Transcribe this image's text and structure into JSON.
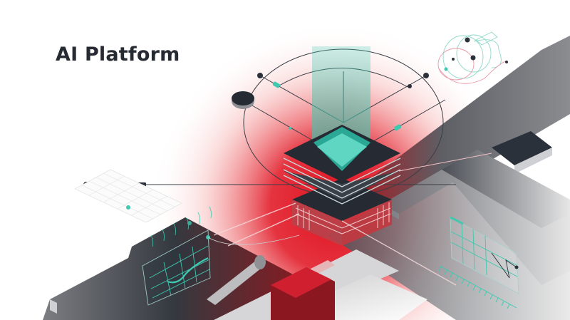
{
  "hero": {
    "title": "AI Platform"
  },
  "colors": {
    "title": "#262b33",
    "accent_teal": "#3ec9b0",
    "accent_red": "#e0101e",
    "slab_dark": "#2b313a",
    "slab_grey": "#6b6f76",
    "background": "#ffffff"
  },
  "illustration": {
    "elements": [
      "central-chip-stack",
      "teal-light-beam",
      "orbit-ring",
      "isometric-grid-panel",
      "line-chart-panel",
      "network-graph-panel",
      "looping-curves",
      "tick-ruler",
      "grey-beams"
    ]
  }
}
